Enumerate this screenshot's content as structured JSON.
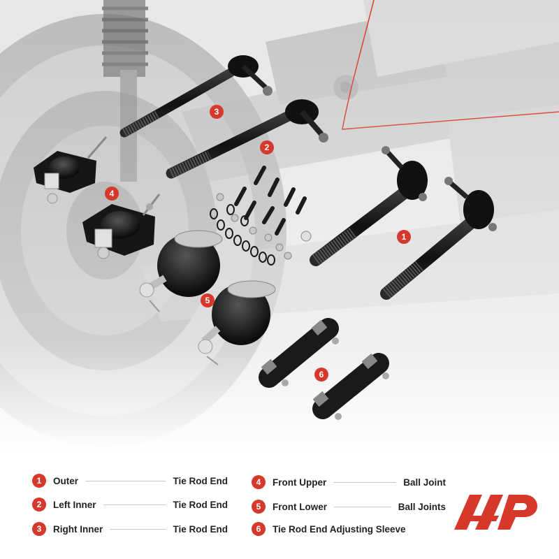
{
  "callouts": [
    {
      "num": "1"
    },
    {
      "num": "2"
    },
    {
      "num": "3"
    },
    {
      "num": "4"
    },
    {
      "num": "5"
    },
    {
      "num": "6"
    }
  ],
  "legend": [
    {
      "num": "1",
      "left": "Outer",
      "right": "Tie Rod End"
    },
    {
      "num": "2",
      "left": "Left Inner",
      "right": "Tie Rod End"
    },
    {
      "num": "3",
      "left": "Right Inner",
      "right": "Tie Rod End"
    },
    {
      "num": "4",
      "left": "Front Upper",
      "right": "Ball Joint"
    },
    {
      "num": "5",
      "left": "Front Lower",
      "right": "Ball Joints"
    },
    {
      "num": "6",
      "left": "Tie Rod End Adjusting Sleeve",
      "right": ""
    }
  ],
  "colors": {
    "accent": "#d7382c",
    "part": "#1c1c1c",
    "background_photo": "#d6d6d6"
  },
  "icons": {
    "logo": "a-premium-logo"
  }
}
